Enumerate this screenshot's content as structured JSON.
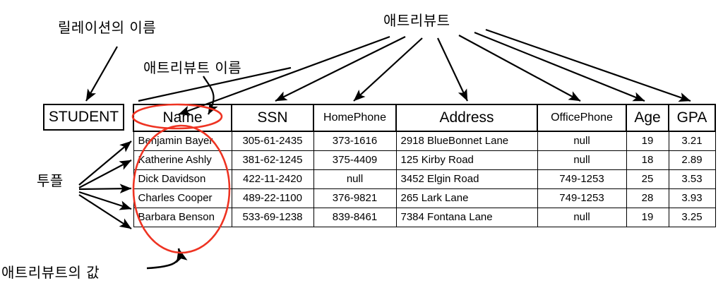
{
  "annotations": {
    "relation_name": "릴레이션의 이름",
    "attribute_name": "애트리뷰트 이름",
    "attributes": "애트리뷰트",
    "tuple": "투플",
    "attribute_values": "애트리뷰트의 값"
  },
  "relation": {
    "name": "STUDENT",
    "columns": [
      {
        "key": "name",
        "label": "Name"
      },
      {
        "key": "ssn",
        "label": "SSN"
      },
      {
        "key": "homephone",
        "label": "HomePhone"
      },
      {
        "key": "address",
        "label": "Address"
      },
      {
        "key": "officephone",
        "label": "OfficePhone"
      },
      {
        "key": "age",
        "label": "Age"
      },
      {
        "key": "gpa",
        "label": "GPA"
      }
    ],
    "rows": [
      {
        "name": "Benjamin Bayer",
        "ssn": "305-61-2435",
        "homephone": "373-1616",
        "address": "2918 BlueBonnet Lane",
        "officephone": "null",
        "age": "19",
        "gpa": "3.21"
      },
      {
        "name": "Katherine Ashly",
        "ssn": "381-62-1245",
        "homephone": "375-4409",
        "address": "125 Kirby Road",
        "officephone": "null",
        "age": "18",
        "gpa": "2.89"
      },
      {
        "name": "Dick Davidson",
        "ssn": "422-11-2420",
        "homephone": "null",
        "address": "3452 Elgin Road",
        "officephone": "749-1253",
        "age": "25",
        "gpa": "3.53"
      },
      {
        "name": "Charles Cooper",
        "ssn": "489-22-1100",
        "homephone": "376-9821",
        "address": "265 Lark Lane",
        "officephone": "749-1253",
        "age": "28",
        "gpa": "3.93"
      },
      {
        "name": "Barbara Benson",
        "ssn": "533-69-1238",
        "homephone": "839-8461",
        "address": "7384 Fontana Lane",
        "officephone": "null",
        "age": "19",
        "gpa": "3.25"
      }
    ]
  },
  "colors": {
    "highlight": "#ee3322",
    "ink": "#000000",
    "background": "#ffffff"
  }
}
